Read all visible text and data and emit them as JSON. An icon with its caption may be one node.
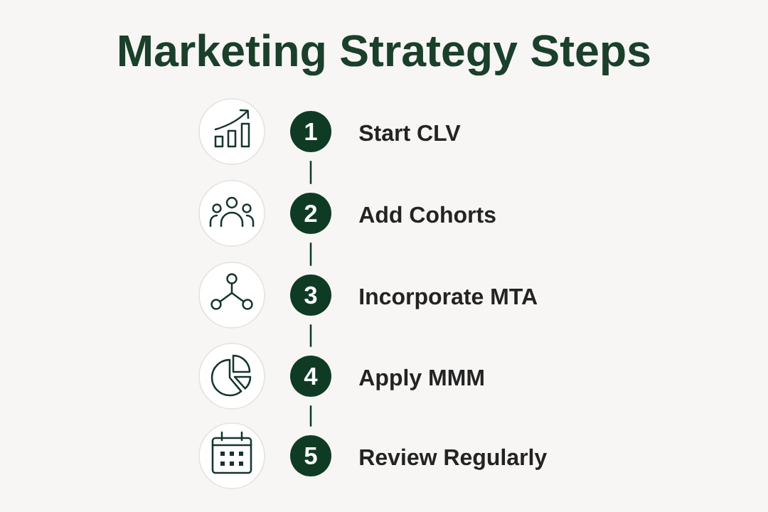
{
  "diagram": {
    "title": "Marketing Strategy Steps",
    "nodes": [
      {
        "text": [
          "1"
        ],
        "beside": [
          "Start CLV"
        ]
      },
      {
        "text": [
          "2"
        ],
        "beside": [
          "Add Cohorts"
        ]
      },
      {
        "text": [
          "3"
        ],
        "beside": [
          "Incorporate MTA"
        ]
      },
      {
        "text": [
          "4"
        ],
        "beside": [
          "Apply MMM"
        ]
      },
      {
        "text": [
          "5"
        ],
        "beside": [
          "Review Regularly"
        ]
      }
    ],
    "edges": [
      {
        "from": 0,
        "to": 1,
        "arrow": "none"
      },
      {
        "from": 1,
        "to": 2,
        "arrow": "none"
      },
      {
        "from": 2,
        "to": 3,
        "arrow": "none"
      },
      {
        "from": 3,
        "to": 4,
        "arrow": "none"
      }
    ]
  }
}
